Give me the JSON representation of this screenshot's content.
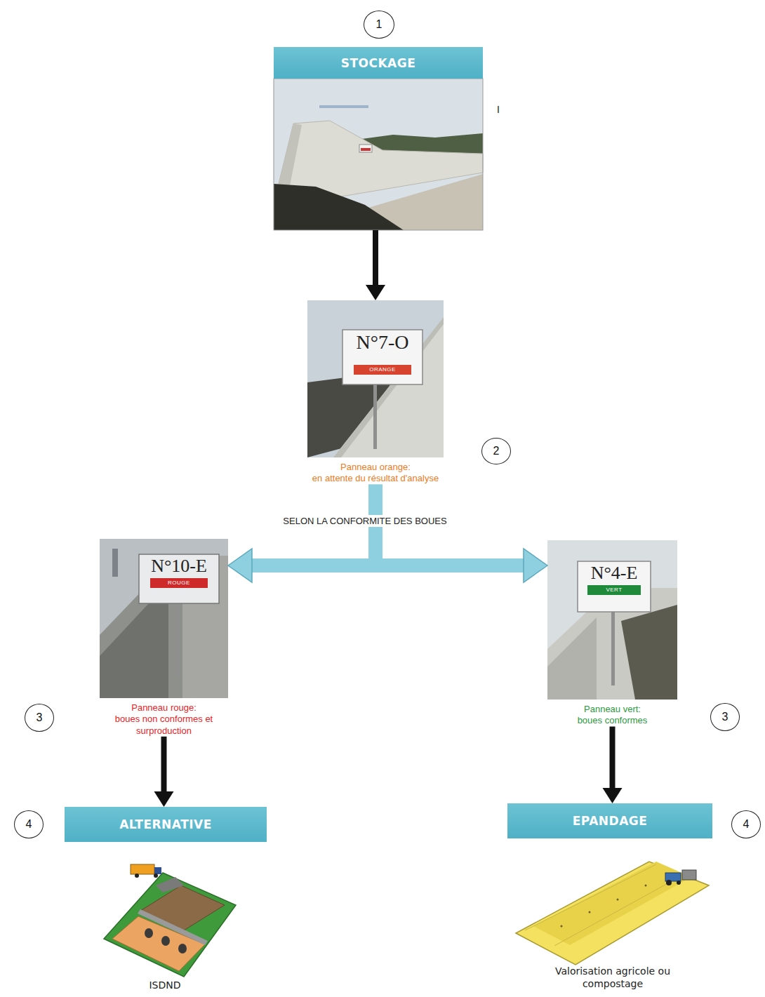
{
  "diagram": {
    "nodes": [
      {
        "text": [
          "1"
        ]
      },
      {
        "text": [
          "STOCKAGE"
        ]
      },
      {
        "text": [
          "N°7-O",
          "ORANGE",
          "Panneau orange:",
          "en attente du résultat d'analyse"
        ]
      },
      {
        "text": [
          "2"
        ]
      },
      {
        "text": [
          "N°10-E",
          "ROUGE",
          "Panneau rouge:",
          "boues non conformes et surproduction"
        ]
      },
      {
        "text": [
          "N°4-E",
          "VERT",
          "Panneau vert:",
          "boues conformes"
        ]
      },
      {
        "text": [
          "3"
        ]
      },
      {
        "text": [
          "3"
        ]
      },
      {
        "text": [
          "4"
        ]
      },
      {
        "text": [
          "ALTERNATIVE"
        ]
      },
      {
        "text": [
          "EPANDAGE"
        ]
      },
      {
        "text": [
          "4"
        ]
      }
    ],
    "edges": [
      {
        "from": 1,
        "to": 2,
        "arrow": "to"
      },
      {
        "from": 2,
        "to": 4,
        "arrow": "to"
      },
      {
        "from": 2,
        "to": 5,
        "arrow": "to"
      },
      {
        "from": 4,
        "to": 9,
        "arrow": "to"
      },
      {
        "from": 5,
        "to": 10,
        "arrow": "to"
      }
    ],
    "labels": [
      "I",
      "SELON LA CONFORMITE DES BOUES",
      "ISDND",
      "Valorisation agricole ou compostage"
    ]
  }
}
